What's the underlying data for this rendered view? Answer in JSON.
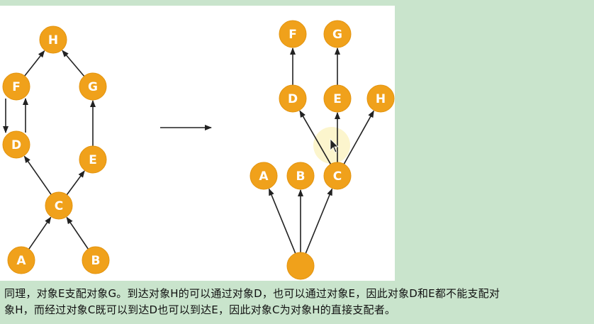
{
  "diagram": {
    "left_graph": {
      "nodes": [
        {
          "id": "H",
          "label": "H"
        },
        {
          "id": "F",
          "label": "F"
        },
        {
          "id": "G",
          "label": "G"
        },
        {
          "id": "D",
          "label": "D"
        },
        {
          "id": "E",
          "label": "E"
        },
        {
          "id": "C",
          "label": "C"
        },
        {
          "id": "A",
          "label": "A"
        },
        {
          "id": "B",
          "label": "B"
        }
      ],
      "edges": [
        [
          "F",
          "H"
        ],
        [
          "G",
          "H"
        ],
        [
          "F",
          "D"
        ],
        [
          "D",
          "F"
        ],
        [
          "E",
          "G"
        ],
        [
          "C",
          "D"
        ],
        [
          "C",
          "E"
        ],
        [
          "A",
          "C"
        ],
        [
          "B",
          "C"
        ]
      ]
    },
    "right_tree": {
      "nodes": [
        {
          "id": "F",
          "label": "F"
        },
        {
          "id": "G",
          "label": "G"
        },
        {
          "id": "D",
          "label": "D"
        },
        {
          "id": "E",
          "label": "E"
        },
        {
          "id": "H",
          "label": "H"
        },
        {
          "id": "A",
          "label": "A"
        },
        {
          "id": "B",
          "label": "B"
        },
        {
          "id": "C",
          "label": "C"
        },
        {
          "id": "root",
          "label": ""
        }
      ],
      "edges": [
        [
          "D",
          "F"
        ],
        [
          "E",
          "G"
        ],
        [
          "C",
          "D"
        ],
        [
          "C",
          "E"
        ],
        [
          "C",
          "H"
        ],
        [
          "root",
          "A"
        ],
        [
          "root",
          "B"
        ],
        [
          "root",
          "C"
        ]
      ]
    },
    "node_color": "#f0a11b"
  },
  "caption": {
    "line1": "同理，对象E支配对象G。到达对象H的可以通过对象D，也可以通过对象E，因此对象D和E都不能支配对",
    "line2": "象H，而经过对象C既可以到达D也可以到达E，因此对象C为对象H的直接支配者。"
  }
}
